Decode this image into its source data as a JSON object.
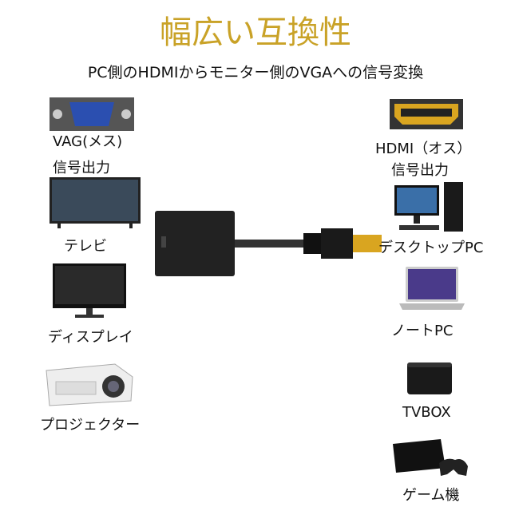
{
  "title": "幅広い互換性",
  "subtitle": "PC側のHDMIからモニター側のVGAへの信号変換",
  "left": {
    "vga_label": "VAG(メス)",
    "vga_sub": "信号出力",
    "tv": "テレビ",
    "display": "ディスプレイ",
    "projector": "プロジェクター"
  },
  "right": {
    "hdmi_label": "HDMI（オス）",
    "hdmi_sub": "信号出力",
    "desktop": "デスクトップPC",
    "laptop": "ノートPC",
    "tvbox": "TVBOX",
    "game": "ゲーム機"
  },
  "colors": {
    "title": "#c9a227",
    "hdmi_gold": "#d9a520"
  }
}
